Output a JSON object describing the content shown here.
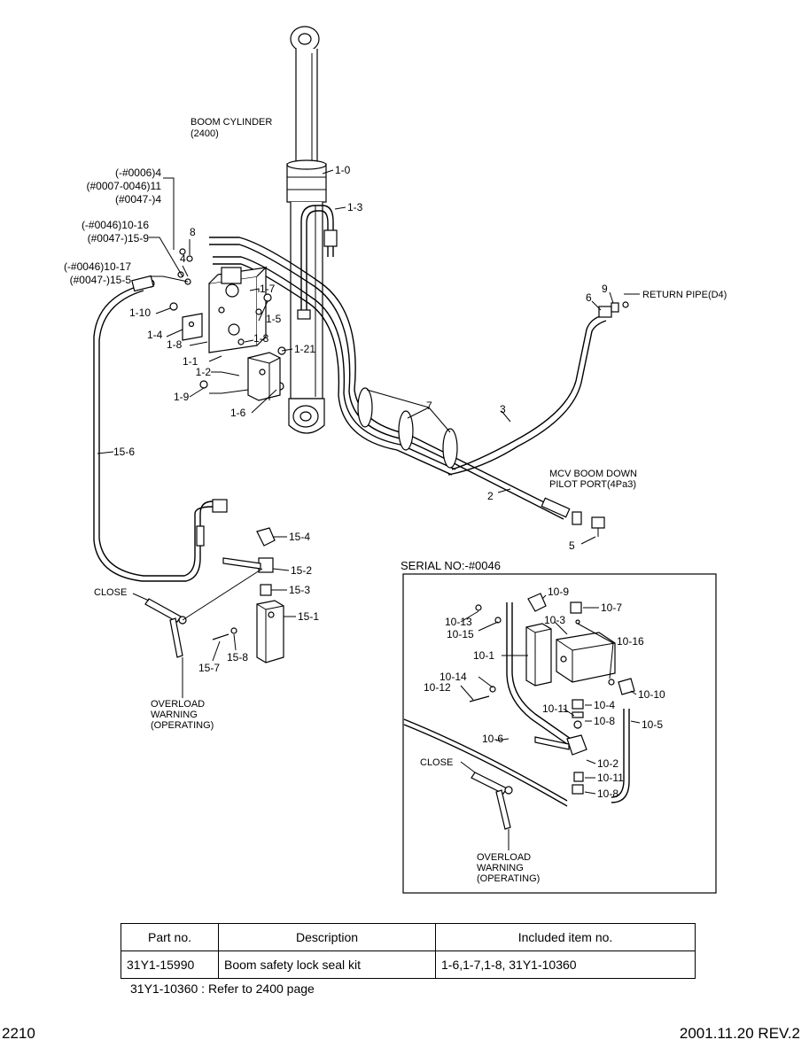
{
  "labels": {
    "boom_cylinder": "BOOM CYLINDER",
    "boom_cylinder_ref": "(2400)",
    "l_1_0": "1-0",
    "l_1_3": "1-3",
    "l_q4_a": "(-#0006)4",
    "l_q4_b": "(#0007-0046)11",
    "l_q4_c": "(#0047-)4",
    "l_q8": "8",
    "l_q4": "4",
    "l_1016_a": "(-#0046)10-16",
    "l_1016_b": "(#0047-)15-9",
    "l_1017_a": "(-#0046)10-17",
    "l_1017_b": "(#0047-)15-5",
    "l_1_7": "1-7",
    "l_1_10": "1-10",
    "l_1_5": "1-5",
    "l_1_4": "1-4",
    "l_1_8a": "1-8",
    "l_1_8b": "1-8",
    "l_1_21": "1-21",
    "l_1_1": "1-1",
    "l_1_2": "1-2",
    "l_1_9": "1-9",
    "l_1_6": "1-6",
    "l_15_6": "15-6",
    "l_15_4": "15-4",
    "l_15_2": "15-2",
    "l_15_3": "15-3",
    "l_15_1": "15-1",
    "l_15_7": "15-7",
    "l_15_8": "15-8",
    "close1": "CLOSE",
    "ow1_a": "OVERLOAD",
    "ow1_b": "WARNING",
    "ow1_c": "(OPERATING)",
    "l_9": "9",
    "l_6": "6",
    "return_pipe": "RETURN PIPE(D4)",
    "l_7": "7",
    "l_3": "3",
    "mcv_a": "MCV BOOM DOWN",
    "mcv_b": "PILOT PORT(4Pa3)",
    "l_2": "2",
    "l_5": "5",
    "serial": "SERIAL NO:-#0046",
    "l_10_9": "10-9",
    "l_10_7": "10-7",
    "l_10_13": "10-13",
    "l_10_15": "10-15",
    "l_10_3": "10-3",
    "l_10_16": "10-16",
    "l_10_1": "10-1",
    "l_10_14": "10-14",
    "l_10_12": "10-12",
    "l_10_10": "10-10",
    "l_10_4": "10-4",
    "l_10_11a": "10-11",
    "l_10_8a": "10-8",
    "l_10_5": "10-5",
    "l_10_6": "10-6",
    "close2": "CLOSE",
    "l_10_2": "10-2",
    "l_10_11b": "10-11",
    "l_10_8b": "10-8",
    "ow2_a": "OVERLOAD",
    "ow2_b": "WARNING",
    "ow2_c": "(OPERATING)"
  },
  "table": {
    "headers": [
      "Part no.",
      "Description",
      "Included item no."
    ],
    "rows": [
      [
        "31Y1-15990",
        "Boom safety lock seal kit",
        "1-6,1-7,1-8, 31Y1-10360"
      ]
    ]
  },
  "note": "31Y1-10360 : Refer to 2400 page",
  "footer": {
    "page": "2210",
    "revision": "2001.11.20 REV.2"
  }
}
